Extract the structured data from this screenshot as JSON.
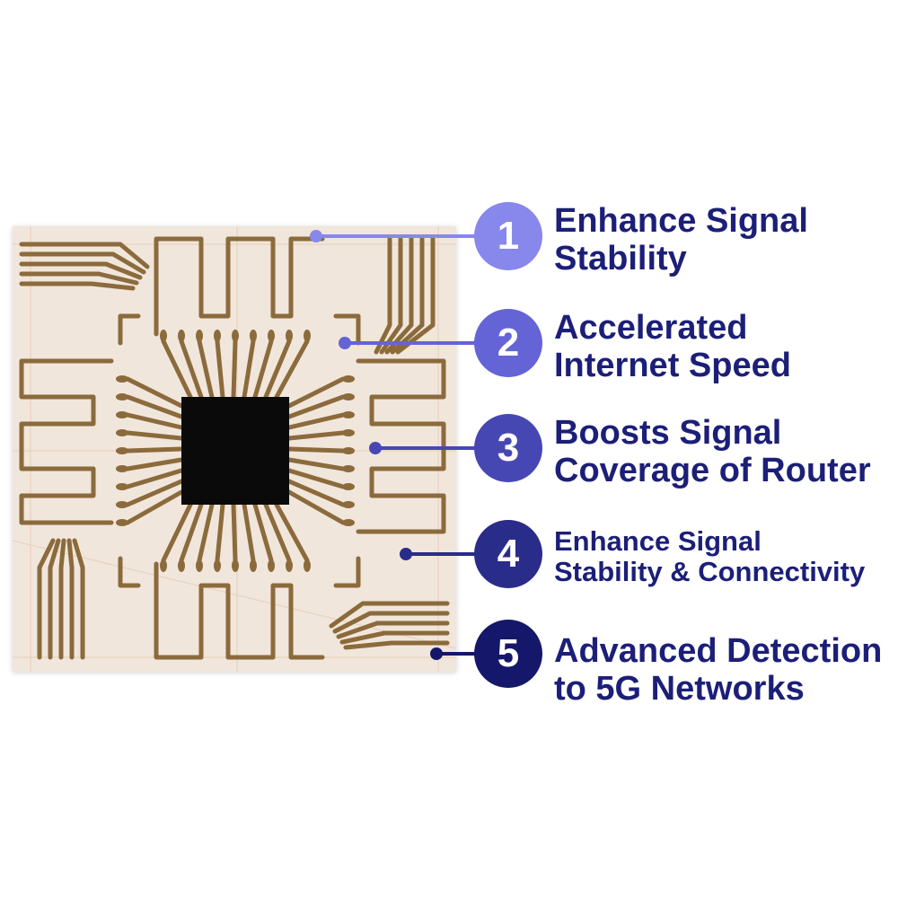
{
  "features": [
    {
      "number": "1",
      "line1": "Enhance Signal",
      "line2": "Stability",
      "color": "#8787ec"
    },
    {
      "number": "2",
      "line1": "Accelerated",
      "line2": "Internet Speed",
      "color": "#6464d6"
    },
    {
      "number": "3",
      "line1": "Boosts Signal",
      "line2": "Coverage of Router",
      "color": "#4747b4"
    },
    {
      "number": "4",
      "line1": "Enhance Signal",
      "line2": "Stability & Connectivity",
      "color": "#2a2c8a"
    },
    {
      "number": "5",
      "line1": "Advanced Detection",
      "line2": "to 5G Networks",
      "color": "#15176a"
    }
  ],
  "colors": {
    "text": "#1c1f78",
    "board": "#f1e6db",
    "trace": "#8b6a3c",
    "chip": "#0a0a0a"
  }
}
